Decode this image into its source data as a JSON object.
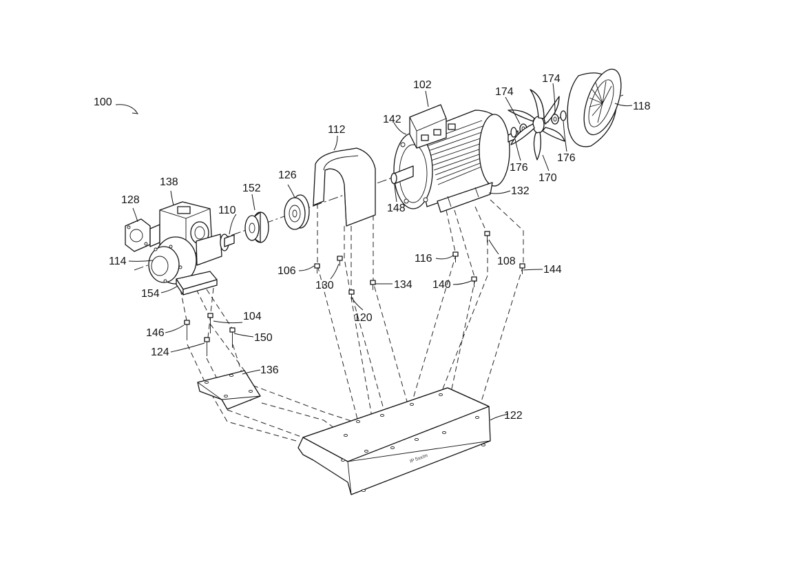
{
  "figure": {
    "reference_labels": {
      "assembly": "100",
      "motor": "102",
      "r104": "104",
      "r106": "106",
      "r108": "108",
      "r110": "110",
      "cover": "112",
      "pump_inlet": "114",
      "r116": "116",
      "fan_shroud": "118",
      "r120": "120",
      "base_plate": "122",
      "r124": "124",
      "coupling_half": "126",
      "flange": "128",
      "r130": "130",
      "motor_foot": "132",
      "r134": "134",
      "pump_base": "136",
      "pump_housing": "138",
      "r140": "140",
      "terminal": "142",
      "r144": "144",
      "r146": "146",
      "shaft": "148",
      "r150": "150",
      "coupling": "152",
      "pump_foot": "154",
      "fan": "170",
      "washer_a": "174",
      "washer_b": "174",
      "nut_a": "176",
      "nut_b": "176"
    },
    "plate_marking": "IP 5xx/m"
  }
}
